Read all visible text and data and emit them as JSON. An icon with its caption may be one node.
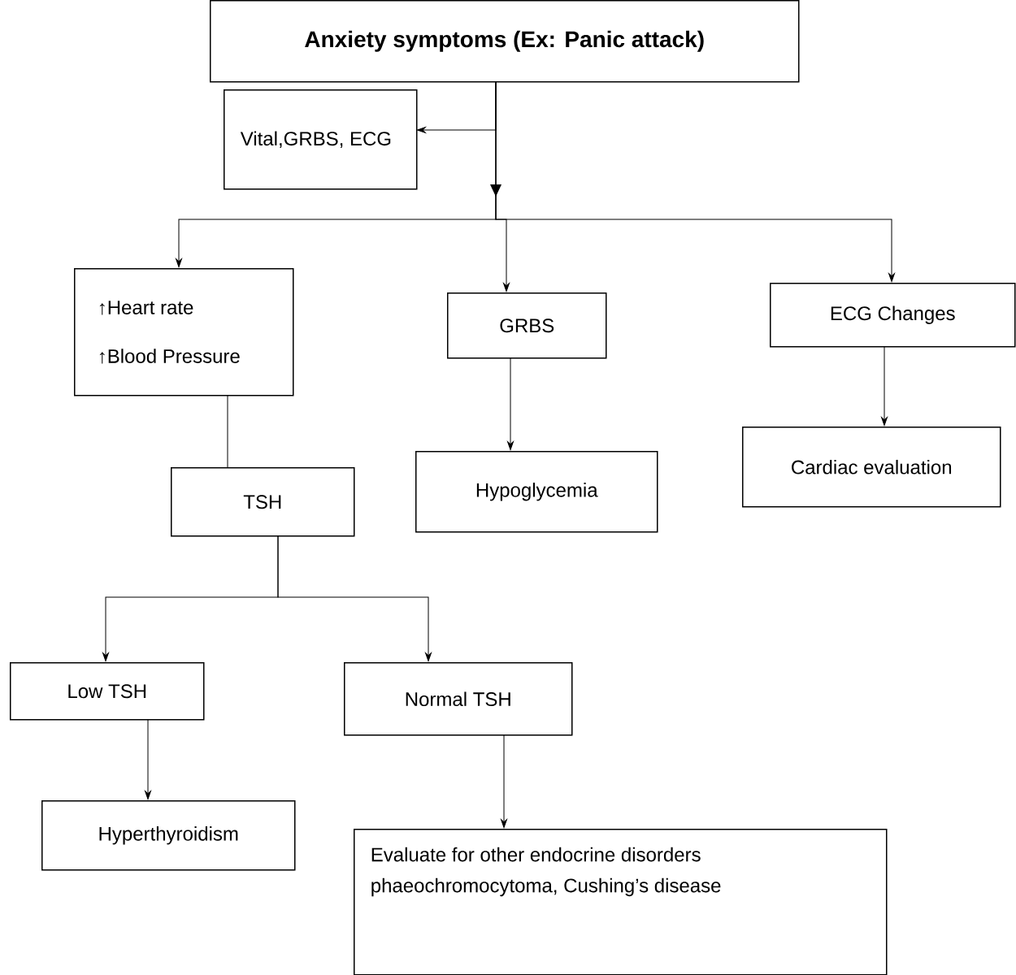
{
  "diagram": {
    "nodes": [
      {
        "text": [
          "Anxiety symptoms (Ex: Panic attack)"
        ]
      },
      {
        "text": [
          "Vital,GRBS, ECG"
        ]
      },
      {
        "text": [
          "↑Heart rate",
          "↑Blood Pressure"
        ]
      },
      {
        "text": [
          "GRBS"
        ]
      },
      {
        "text": [
          "ECG Changes"
        ]
      },
      {
        "text": [
          "TSH"
        ]
      },
      {
        "text": [
          "Hypoglycemia"
        ]
      },
      {
        "text": [
          "Cardiac evaluation"
        ]
      },
      {
        "text": [
          "Low TSH"
        ]
      },
      {
        "text": [
          "Normal TSH"
        ]
      },
      {
        "text": [
          "Hyperthyroidism"
        ]
      },
      {
        "text": [
          "Evaluate for other endocrine disorders phaeochromocytoma, Cushing’s disease"
        ]
      }
    ],
    "edges": [
      {
        "from": 0,
        "to": 1,
        "arrow": "to"
      },
      {
        "from": 0,
        "to": 2,
        "arrow": "to"
      },
      {
        "from": 0,
        "to": 3,
        "arrow": "to"
      },
      {
        "from": 0,
        "to": 4,
        "arrow": "to"
      },
      {
        "from": 2,
        "to": 5,
        "arrow": "none"
      },
      {
        "from": 3,
        "to": 6,
        "arrow": "to"
      },
      {
        "from": 4,
        "to": 7,
        "arrow": "to"
      },
      {
        "from": 5,
        "to": 8,
        "arrow": "to"
      },
      {
        "from": 5,
        "to": 9,
        "arrow": "to"
      },
      {
        "from": 8,
        "to": 10,
        "arrow": "to"
      },
      {
        "from": 9,
        "to": 11,
        "arrow": "to"
      }
    ]
  }
}
